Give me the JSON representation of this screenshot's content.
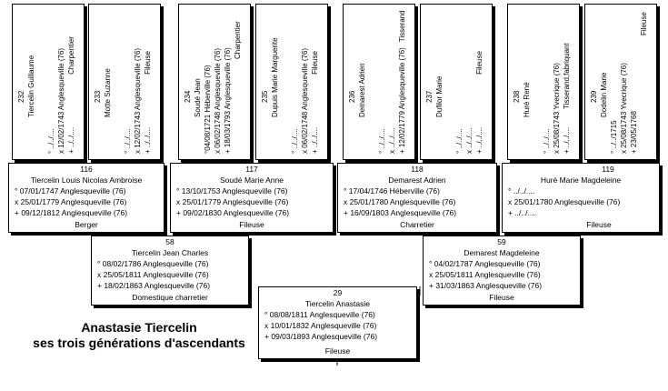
{
  "title": {
    "line1": "Anastasie Tiercelin",
    "line2": "ses trois générations d'ascendants"
  },
  "gen4": [
    {
      "num": "232",
      "name": "Tiercelin Guillaume",
      "b": "° ../../....",
      "m": "x 12/02/1743 Anglesqueville (76)",
      "d": "+ ../../....",
      "occ": "Charpentier"
    },
    {
      "num": "233",
      "name": "Motte Suzanne",
      "b": "° ../../....",
      "m": "x 12/02/1743 Anglesqueville (76)",
      "d": "+ ../../....",
      "occ": "Fileuse"
    },
    {
      "num": "234",
      "name": "Soudé Jean",
      "b": "°04/08/1721 Héberville (76)",
      "m": "x 06/02/1748 Anglesqueville (76)",
      "d": "+ 18/03/1793 Anglesqueville (76)",
      "occ": "Charpentier"
    },
    {
      "num": "235",
      "name": "Dupuis Marie Marguerite",
      "b": "° ../../....",
      "m": "x 06/02/1748 Anglesqueville (76)",
      "d": "+ ../../....",
      "occ": "Fileuse"
    },
    {
      "num": "236",
      "name": "Demarest Adrien",
      "b": "° ../../....",
      "m": "x ../../....",
      "d": "+ 12/02/1779 Anglesqueville (76)",
      "occ": "Tisserand"
    },
    {
      "num": "237",
      "name": "Dufilor Marie",
      "b": "° ../../....",
      "m": "x ../../....",
      "d": "+ ../../....",
      "occ": "Fileuse"
    },
    {
      "num": "238",
      "name": "Huré René",
      "b": "° ../../....",
      "m": "x 25/08/1743 Yvecrique (76)",
      "d": "+ ../../....",
      "occ": "Tisserand,fabriquant"
    },
    {
      "num": "239",
      "name": "Dodelin Marie",
      "b": "° ../../1715",
      "m": "x 25/08/1743 Yvecrique (76)",
      "d": "+ 23/05/1768",
      "occ": "Fileuse"
    }
  ],
  "gen3": [
    {
      "num": "116",
      "name": "Tiercelin Louis Nicolas Ambroise",
      "b": "° 07/01/1747 Anglesqueville (76)",
      "m": "x 25/01/1779 Anglesqueville (76)",
      "d": "+ 09/12/1812 Anglesqueville (76)",
      "occ": "Berger"
    },
    {
      "num": "117",
      "name": "Soudé Marie Anne",
      "b": "° 13/10/1753 Anglesqueville (76)",
      "m": "x 25/01/1779 Anglesqueville (76)",
      "d": "+ 09/02/1830 Anglesqueville (76)",
      "occ": "Fileuse"
    },
    {
      "num": "118",
      "name": "Demarest Adrien",
      "b": "° 17/04/1746 Héberville (76)",
      "m": "x 25/01/1780 Anglesqueville (76)",
      "d": "+ 16/09/1803 Anglesqueville (76)",
      "occ": "Charretier"
    },
    {
      "num": "119",
      "name": "Huré Marie Magdeleine",
      "b": "° ../../....",
      "m": "x 25/01/1780 Anglesqueville (76)",
      "d": "+ ../../....",
      "occ": "Fileuse"
    }
  ],
  "gen2": [
    {
      "num": "58",
      "name": "Tiercelin Jean Charles",
      "b": "° 08/02/1786 Anglesqueville (76)",
      "m": "x 25/05/1811 Anglesqueville (76)",
      "d": "+ 18/02/1863 Anglesqueville (76)",
      "occ": "Domestique charretier"
    },
    {
      "num": "59",
      "name": "Demarest Magdeleine",
      "b": "° 04/02/1787 Anglesqueville (76)",
      "m": "x 25/05/1811 Anglesqueville (76)",
      "d": "+ 31/03/1863 Anglesqueville (76)",
      "occ": "Fileuse"
    }
  ],
  "gen1": {
    "num": "29",
    "name": "Tiercelin Anastasie",
    "b": "° 08/08/1811 Anglesqueville (76)",
    "m": "x 10/01/1832 Anglesqueville (76)",
    "d": "+ 09/03/1893 Anglesqueville (76)",
    "occ": "Fileuse"
  }
}
